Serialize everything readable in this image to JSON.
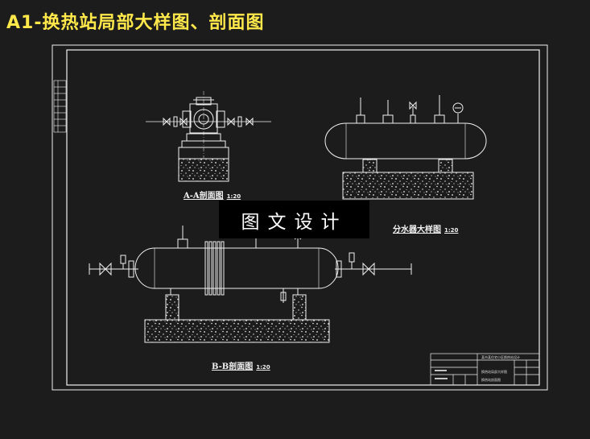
{
  "header": {
    "title": "A1-换热站局部大样图、剖面图"
  },
  "drawing": {
    "view_aa": {
      "label": "A-A剖面图",
      "scale": "1:20"
    },
    "view_distributor": {
      "label": "分水器大样图",
      "scale": "1:20"
    },
    "view_bb": {
      "label": "B-B剖面图",
      "scale": "1:20"
    }
  },
  "watermark": {
    "text": "图文设计"
  },
  "title_block": {
    "title": "某市某住宅小区换热站设计",
    "name_line1": "换热站局部大样图",
    "name_line2": "换热站剖面图"
  },
  "colors": {
    "line": "#f0f0f0",
    "title": "#ffe94a",
    "background": "#1c1c1c",
    "watermark_bg": "#000000"
  }
}
